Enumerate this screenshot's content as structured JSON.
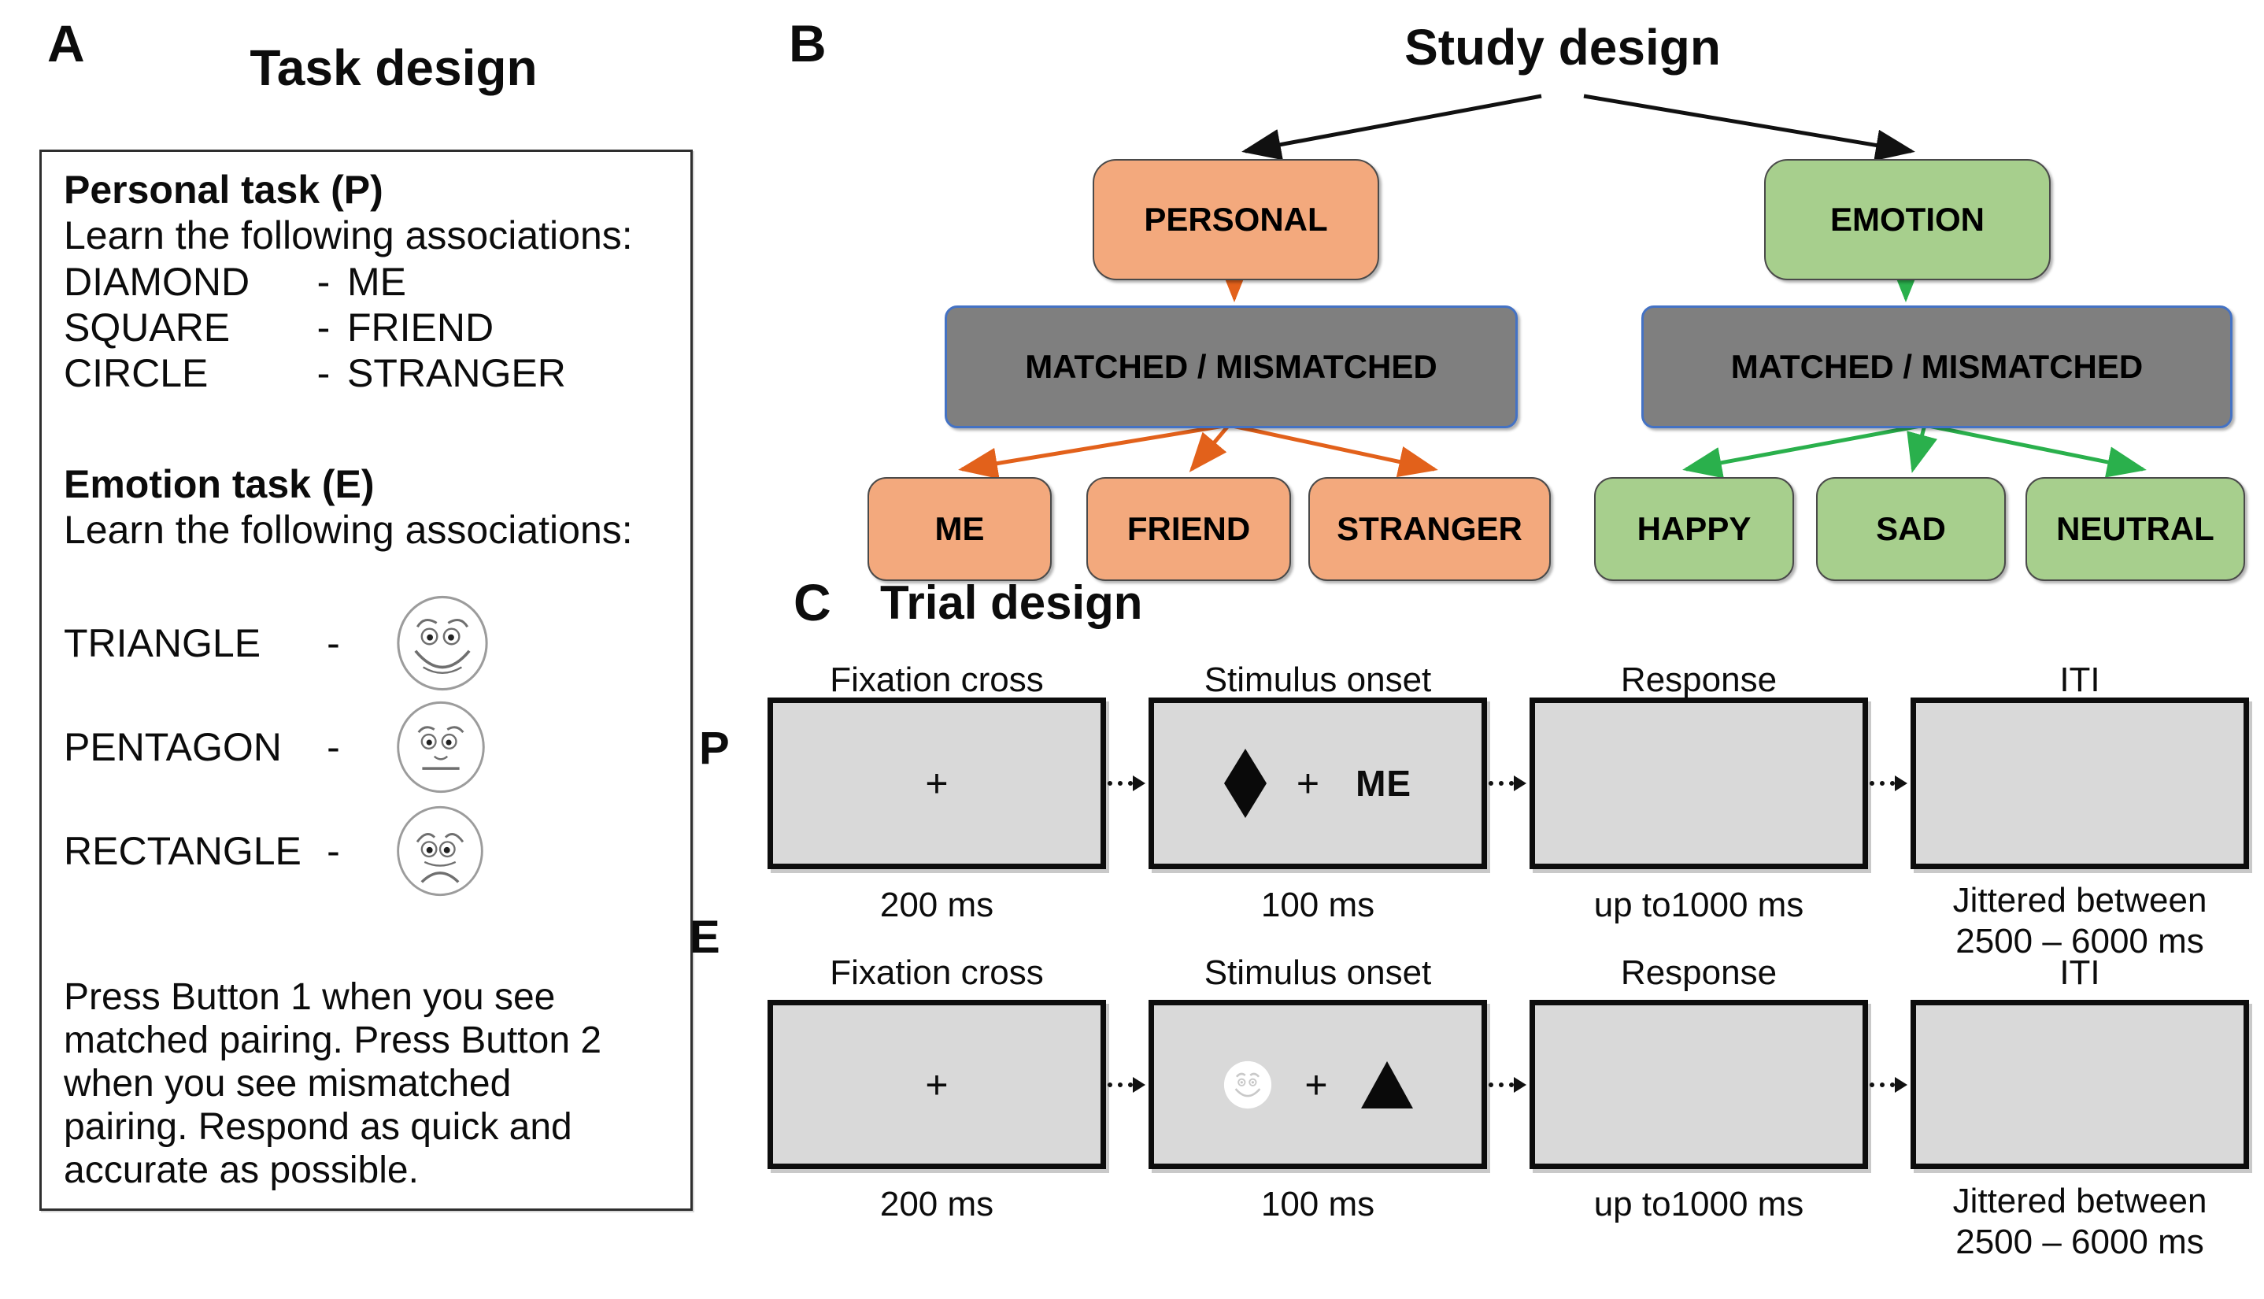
{
  "panelA": {
    "label": "A",
    "title": "Task design",
    "personal": {
      "heading": "Personal task (P)",
      "subheading": "Learn the following associations:",
      "pairs": [
        {
          "shape": "DIAMOND",
          "dash": "-",
          "value": "ME"
        },
        {
          "shape": "SQUARE",
          "dash": "-",
          "value": "FRIEND"
        },
        {
          "shape": "CIRCLE",
          "dash": "-",
          "value": "STRANGER"
        }
      ]
    },
    "emotion": {
      "heading": "Emotion task (E)",
      "subheading": "Learn the following associations:",
      "pairs": [
        {
          "shape": "TRIANGLE",
          "dash": "-",
          "face": "happy-face"
        },
        {
          "shape": "PENTAGON",
          "dash": "-",
          "face": "neutral-face"
        },
        {
          "shape": "RECTANGLE",
          "dash": "-",
          "face": "sad-face"
        }
      ]
    },
    "instructions": [
      "Press Button 1 when you see",
      "matched pairing. Press Button 2",
      "when you see mismatched",
      "pairing. Respond as quick and",
      "accurate as possible."
    ]
  },
  "panelB": {
    "label": "B",
    "title": "Study design",
    "personal_branch": {
      "root": "PERSONAL",
      "level2": "MATCHED / MISMATCHED",
      "leaves": [
        "ME",
        "FRIEND",
        "STRANGER"
      ]
    },
    "emotion_branch": {
      "root": "EMOTION",
      "level2": "MATCHED / MISMATCHED",
      "leaves": [
        "HAPPY",
        "SAD",
        "NEUTRAL"
      ]
    },
    "colors": {
      "personal_fill": "#F3A97D",
      "emotion_fill": "#A7CF8D",
      "matched_fill": "#7F7F7F",
      "matched_border": "#4472C4",
      "personal_arrow": "#E2611B",
      "emotion_arrow": "#2AB04C"
    }
  },
  "panelC": {
    "label": "C",
    "title": "Trial design",
    "rows": [
      {
        "row_label": "P",
        "screens": [
          {
            "header": "Fixation cross",
            "stimulus": {
              "fixation": "+"
            },
            "timing": [
              "200 ms"
            ]
          },
          {
            "header": "Stimulus onset",
            "stimulus": {
              "shape": "diamond",
              "fixation": "+",
              "word": "ME"
            },
            "timing": [
              "100 ms"
            ]
          },
          {
            "header": "Response",
            "timing": [
              "up to1000 ms"
            ]
          },
          {
            "header": "ITI",
            "timing": [
              "Jittered between",
              "2500 – 6000 ms"
            ]
          }
        ]
      },
      {
        "row_label": "E",
        "screens": [
          {
            "header": "Fixation cross",
            "stimulus": {
              "fixation": "+"
            },
            "timing": [
              "200 ms"
            ]
          },
          {
            "header": "Stimulus onset",
            "stimulus": {
              "face": "happy-face-white",
              "fixation": "+",
              "shape": "triangle"
            },
            "timing": [
              "100 ms"
            ]
          },
          {
            "header": "Response",
            "timing": [
              "up to1000 ms"
            ]
          },
          {
            "header": "ITI",
            "timing": [
              "Jittered between",
              "2500 – 6000 ms"
            ]
          }
        ]
      }
    ]
  }
}
